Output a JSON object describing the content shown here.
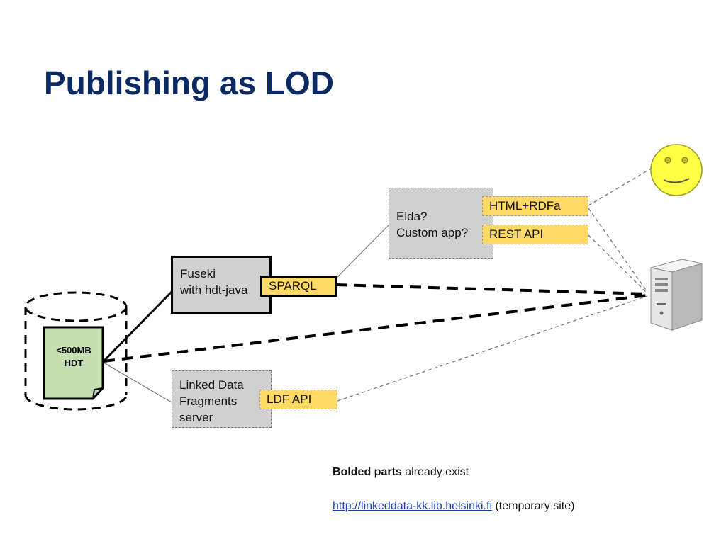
{
  "title": "Publishing as LOD",
  "hdt_file": {
    "line1": "<500MB",
    "line2": "HDT"
  },
  "fuseki": {
    "line1": "Fuseki",
    "line2": "with hdt-java"
  },
  "sparql": "SPARQL",
  "elda": {
    "line1": "Elda?",
    "line2": "Custom app?"
  },
  "html_rdfa": "HTML+RDFa",
  "rest_api": "REST API",
  "ldf_server": {
    "line1": "Linked Data",
    "line2": "Fragments",
    "line3": "server"
  },
  "ldf_api": "LDF API",
  "note": {
    "bold": "Bolded parts",
    "rest": " already exist",
    "link": "http://linkeddata-kk.lib.helsinki.fi",
    "link_suffix": " (temporary site)"
  },
  "icons": [
    "smiley-face-icon",
    "server-icon",
    "database-cylinder-icon",
    "document-icon"
  ],
  "colors": {
    "title": "#0b2a63",
    "box_gray": "#d0d0d0",
    "tag_yellow": "#ffd966",
    "file_green": "#c6e0b4",
    "smiley_yellow": "#ffff44"
  }
}
